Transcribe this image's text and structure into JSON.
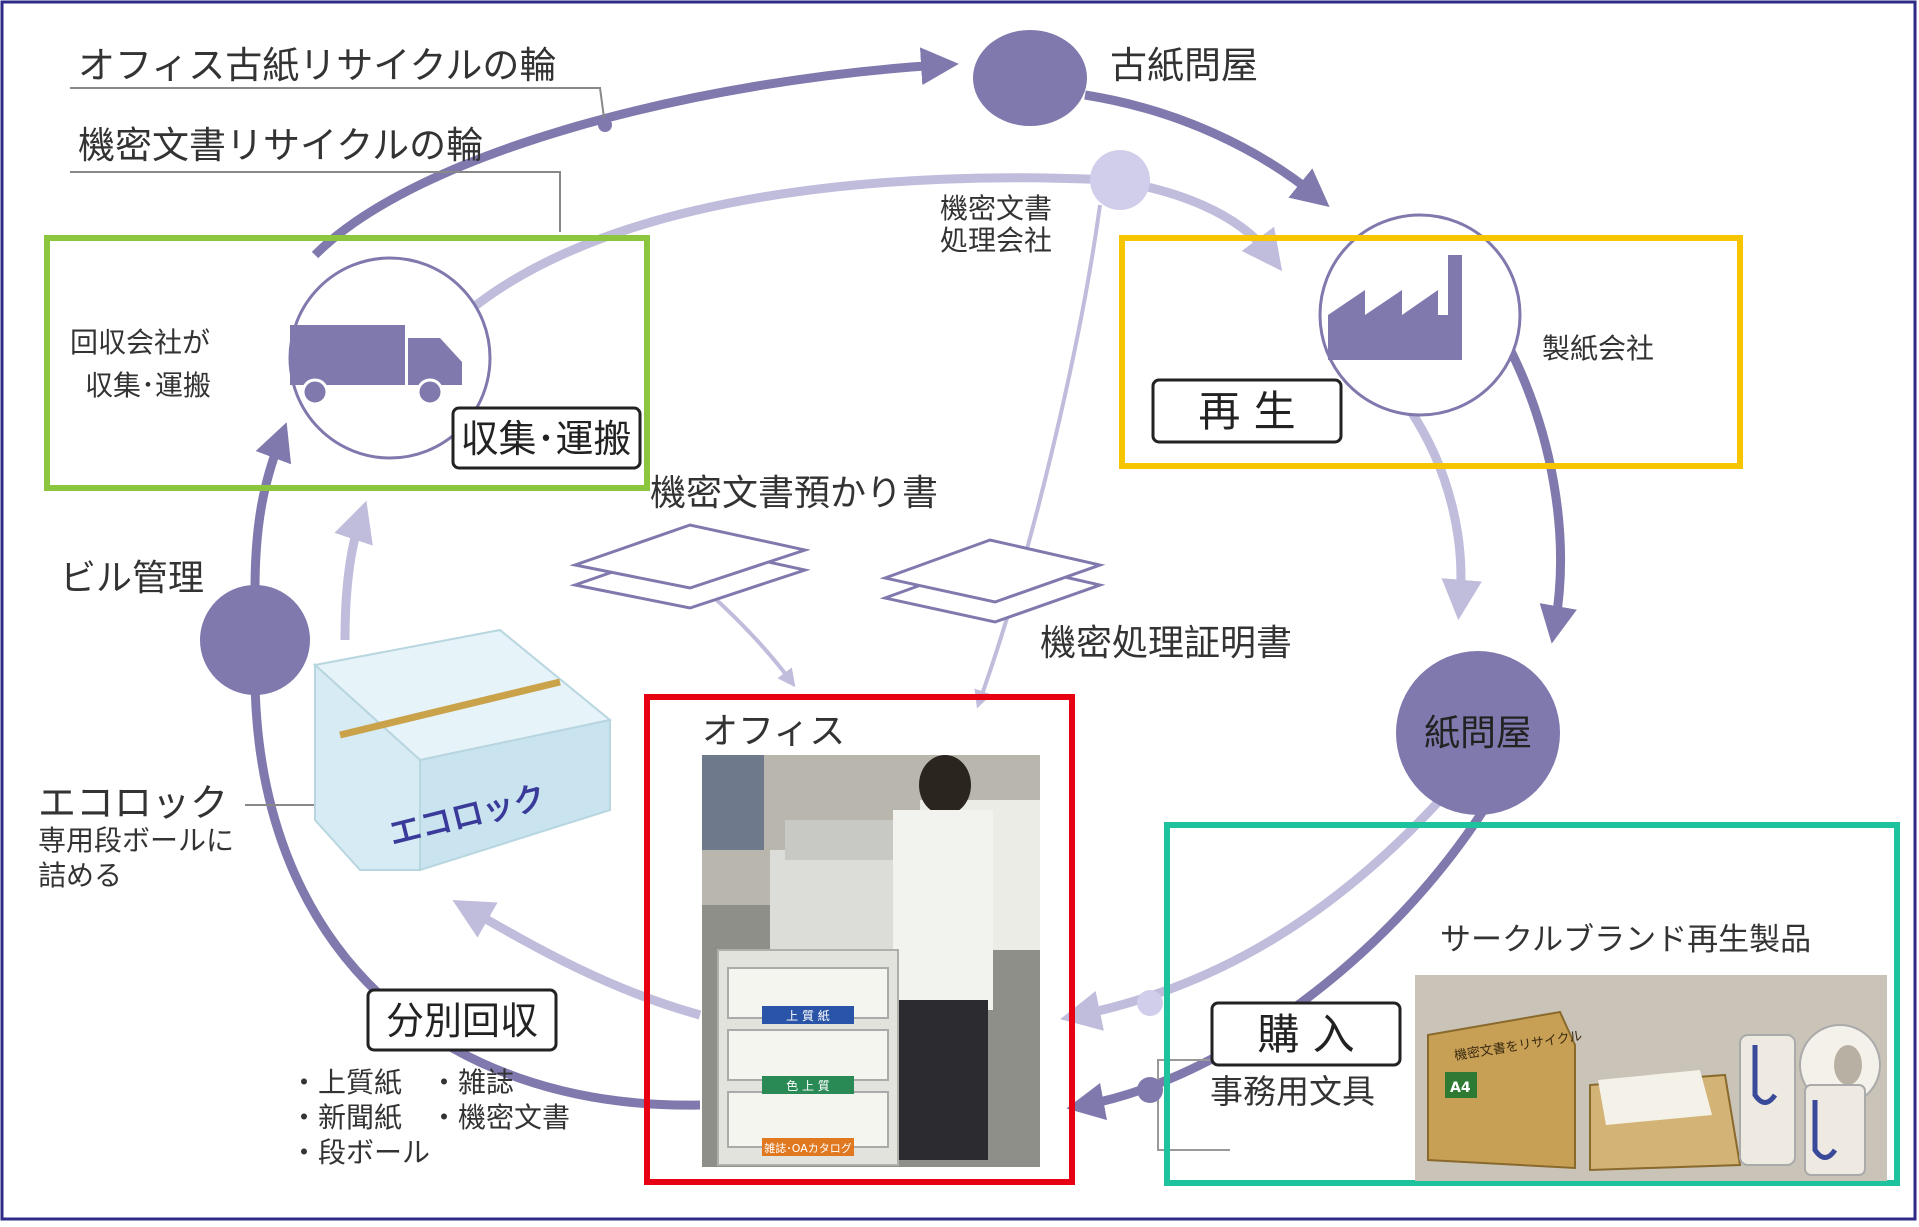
{
  "colors": {
    "frame": "#2e2a86",
    "dark_purple": "#7f79ad",
    "light_purple": "#bfbcdc",
    "text": "#333333",
    "green_box": "#8cc63f",
    "yellow_box": "#f7c500",
    "red_box": "#e60012",
    "teal_box": "#1cc39c"
  },
  "legend": {
    "office_loop": "オフィス古紙リサイクルの輪",
    "confidential_loop": "機密文書リサイクルの輪"
  },
  "nodes": {
    "wastepaper_wholesaler": "古紙問屋",
    "confidential_company_line1": "機密文書",
    "confidential_company_line2": "処理会社",
    "paper_company": "製紙会社",
    "paper_wholesaler": "紙問屋",
    "building_management": "ビル管理",
    "collector_line1": "回収会社が",
    "collector_line2": "収集･運搬"
  },
  "stages": {
    "collect": "収集･運搬",
    "recycle": "再 生",
    "purchase": "購 入",
    "separate": "分別回収"
  },
  "documents": {
    "deposit_receipt": "機密文書預かり書",
    "disposal_certificate": "機密処理証明書"
  },
  "office": {
    "title": "オフィス",
    "bin_labels": [
      "上 質 紙",
      "色 上 質",
      "雑誌･OAカタログ"
    ]
  },
  "ecolock": {
    "title": "エコロック",
    "desc_line1": "専用段ボールに",
    "desc_line2": "詰める",
    "box_label": "エコロック"
  },
  "separate_items": {
    "row1": "・上質紙　・雑誌",
    "row2": "・新聞紙　・機密文書",
    "row3": "・段ボール"
  },
  "purchase": {
    "subtitle": "事務用文具",
    "products_title": "サークルブランド再生製品",
    "box_label": "機密文書をリサイクル",
    "box_size": "A4"
  }
}
